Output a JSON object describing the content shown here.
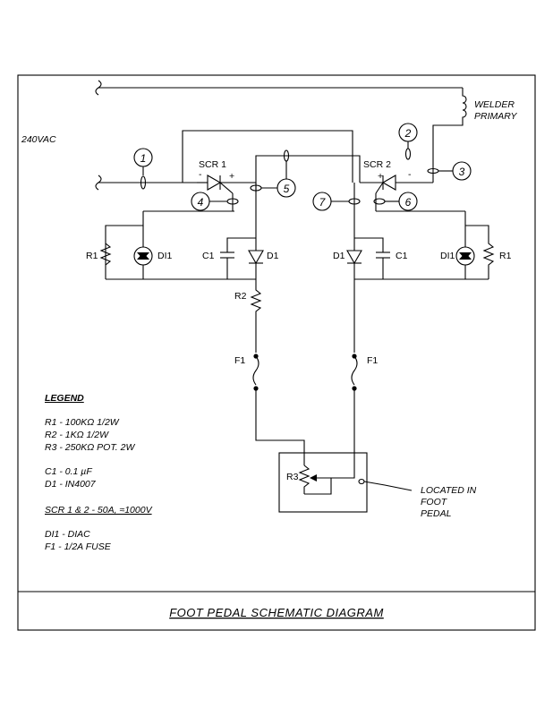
{
  "supply_label": "240VAC",
  "welder_label": [
    "WELDER",
    "PRIMARY"
  ],
  "scr1_label": "SCR  1",
  "scr2_label": "SCR  2",
  "plus": "+",
  "minus": "-",
  "connector_numbers": [
    "1",
    "2",
    "3",
    "4",
    "5",
    "6",
    "7"
  ],
  "left": {
    "r1": "R1",
    "di1": "DI1",
    "c1": "C1",
    "d1": "D1",
    "r2": "R2",
    "f1": "F1"
  },
  "right": {
    "r1": "R1",
    "di1": "DI1",
    "c1": "C1",
    "d1": "D1",
    "f1": "F1"
  },
  "r3_label": "R3",
  "located_label": [
    "LOCATED  IN",
    "FOOT",
    "PEDAL"
  ],
  "legend": {
    "title": "LEGEND",
    "items": [
      "R1 - 100KΩ 1/2W",
      "R2 - 1KΩ 1/2W",
      "R3 - 250KΩ POT. 2W",
      "C1 - 0.1 µF",
      "D1 - IN4007",
      "SCR 1 & 2 - 50A, ≈1000V",
      "DI1 - DIAC",
      "F1 - 1/2A FUSE"
    ]
  },
  "title": "FOOT  PEDAL  SCHEMATIC  DIAGRAM"
}
